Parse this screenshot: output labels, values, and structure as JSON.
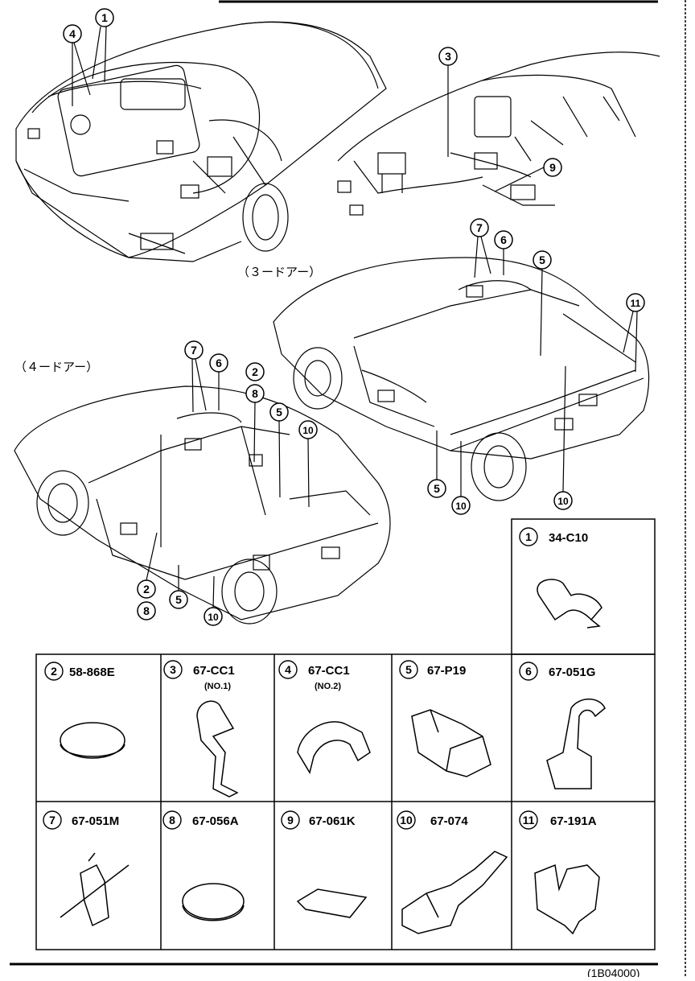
{
  "diagram": {
    "label_3door": "（３ードアー）",
    "label_4door": "（４ードアー）",
    "footer_code": "(1B04000)",
    "callouts": {
      "engine_1": "1",
      "engine_4": "4",
      "dash_3": "3",
      "dash_9": "9",
      "d3_7": "7",
      "d3_6": "6",
      "d3_5_top": "5",
      "d3_11": "11",
      "d3_5_bottom": "5",
      "d3_10_a": "10",
      "d3_10_b": "10",
      "d4_7": "7",
      "d4_6": "6",
      "d4_2_top": "2",
      "d4_8_top": "8",
      "d4_5_top": "5",
      "d4_10_top": "10",
      "d4_2_bottom": "2",
      "d4_8_bottom": "8",
      "d4_5_bottom": "5",
      "d4_10_bottom": "10"
    }
  },
  "parts": [
    {
      "num": "1",
      "code": "34-C10",
      "sub": ""
    },
    {
      "num": "2",
      "code": "58-868E",
      "sub": ""
    },
    {
      "num": "3",
      "code": "67-CC1",
      "sub": "(NO.1)"
    },
    {
      "num": "4",
      "code": "67-CC1",
      "sub": "(NO.2)"
    },
    {
      "num": "5",
      "code": "67-P19",
      "sub": ""
    },
    {
      "num": "6",
      "code": "67-051G",
      "sub": ""
    },
    {
      "num": "7",
      "code": "67-051M",
      "sub": ""
    },
    {
      "num": "8",
      "code": "67-056A",
      "sub": ""
    },
    {
      "num": "9",
      "code": "67-061K",
      "sub": ""
    },
    {
      "num": "10",
      "code": "67-074",
      "sub": ""
    },
    {
      "num": "11",
      "code": "67-191A",
      "sub": ""
    }
  ]
}
